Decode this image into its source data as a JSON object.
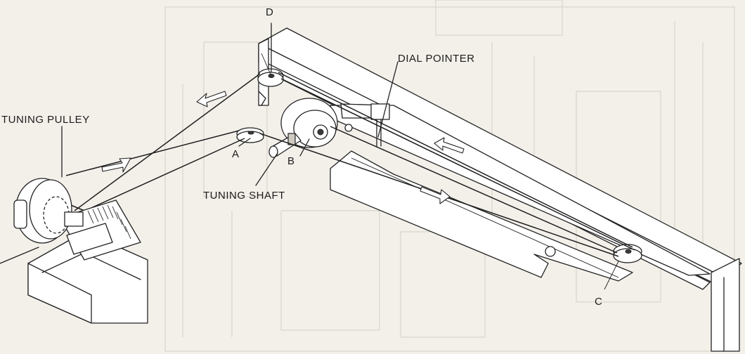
{
  "labels": {
    "tuning_pulley": "TUNING PULLEY",
    "tuning_shaft": "TUNING SHAFT",
    "dial_pointer": "DIAL POINTER",
    "pulley_a": "A",
    "pulley_b": "B",
    "pulley_c": "C",
    "pulley_d": "D"
  }
}
